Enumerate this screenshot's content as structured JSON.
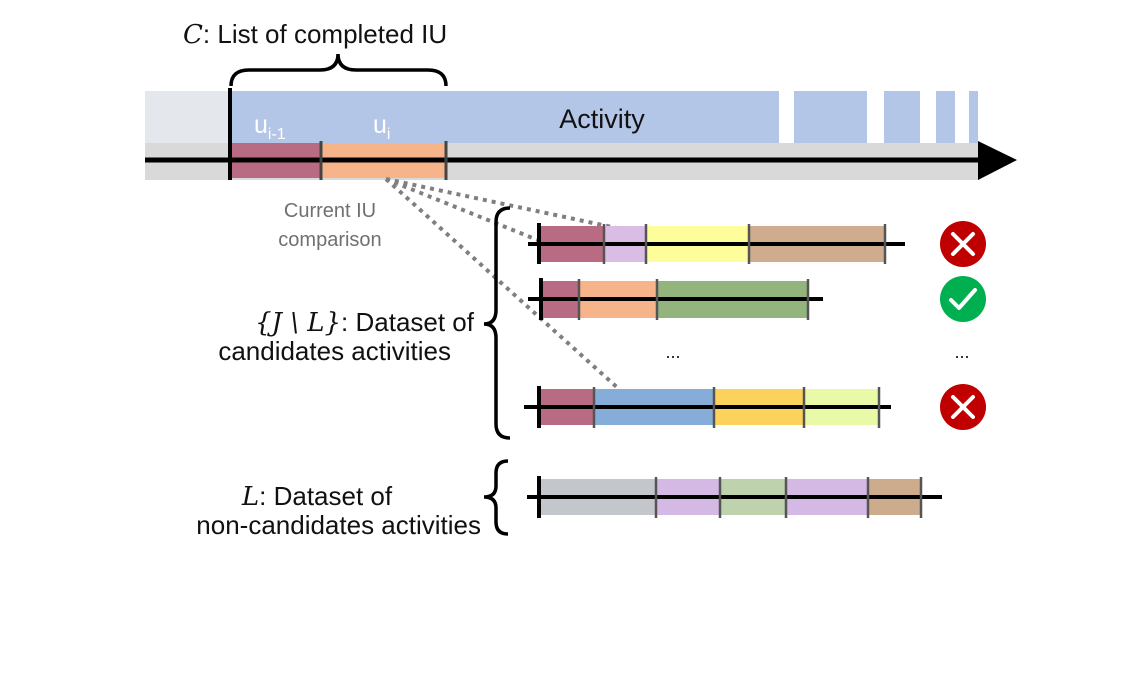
{
  "top": {
    "c_symbol": "C",
    "c_label": ": List of completed IU",
    "activity_label": "Activity",
    "u_prev": "u",
    "u_prev_sub": "i-1",
    "u_curr": "u",
    "u_curr_sub": "i",
    "comparison_line1": "Current IU",
    "comparison_line2": "comparison"
  },
  "candidates": {
    "symbol": "{J \\ L}",
    "label_line1": ": Dataset of",
    "label_line2": "candidates activities",
    "ellipsis_bar": "...",
    "ellipsis_status": "...",
    "rows": [
      {
        "status": "reject",
        "segments": [
          "#b86b82",
          "#d9bde4",
          "#fdfd9b",
          "#cfac8e"
        ]
      },
      {
        "status": "accept",
        "segments": [
          "#b86b82",
          "#f7b38a",
          "#93b47c"
        ]
      },
      {
        "status": "reject",
        "segments": [
          "#b86b82",
          "#86acd8",
          "#fdd25c",
          "#e8f9a8"
        ]
      }
    ]
  },
  "noncandidates": {
    "symbol": "L",
    "label_line1": ": Dataset of",
    "label_line2": "non-candidates activities",
    "segments": [
      "#c3c6cb",
      "#d3b9e4",
      "#bdd2ad",
      "#d3b9e4",
      "#cdac8e"
    ]
  },
  "colors": {
    "activity_blue": "#b4c6e7",
    "completed_gray": "#e4e7ec",
    "axis_gray": "#d9d9d9",
    "reject_red": "#c00000",
    "accept_green": "#00b050",
    "dotted_gray": "#7f7f7f"
  }
}
